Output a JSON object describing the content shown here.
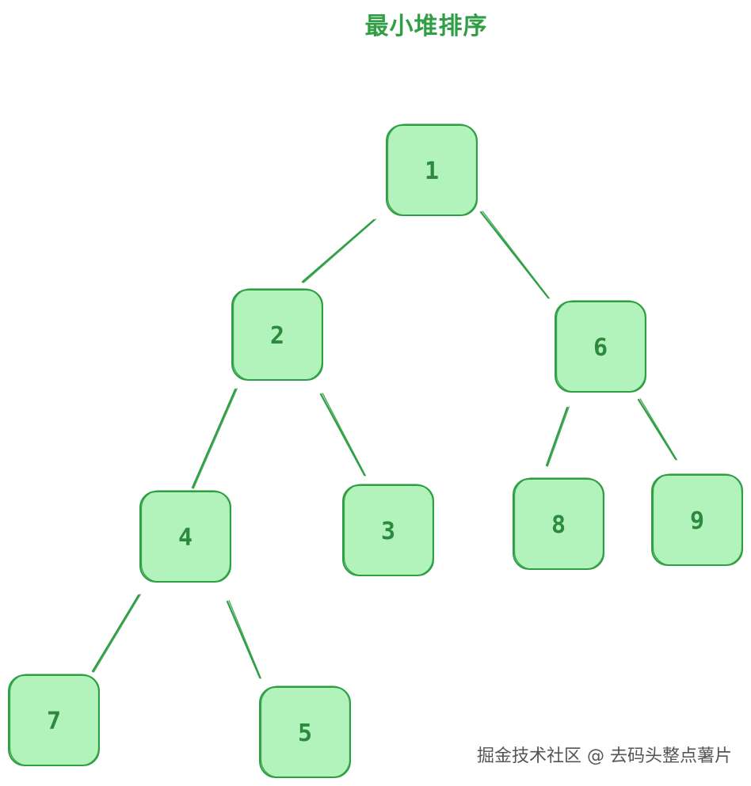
{
  "title": "最小堆排序",
  "watermark": "掘金技术社区 @ 去码头整点薯片",
  "colors": {
    "accent": "#2f9e44",
    "node_fill": "#b2f2bb",
    "node_stroke": "#2f9e44",
    "label": "#2b8a3e"
  },
  "heap": {
    "nodes": [
      {
        "id": "n1",
        "value": "1"
      },
      {
        "id": "n2",
        "value": "2"
      },
      {
        "id": "n6",
        "value": "6"
      },
      {
        "id": "n4",
        "value": "4"
      },
      {
        "id": "n3",
        "value": "3"
      },
      {
        "id": "n8",
        "value": "8"
      },
      {
        "id": "n9",
        "value": "9"
      },
      {
        "id": "n7",
        "value": "7"
      },
      {
        "id": "n5",
        "value": "5"
      }
    ],
    "edges": [
      {
        "from": "n1",
        "to": "n2"
      },
      {
        "from": "n1",
        "to": "n6"
      },
      {
        "from": "n2",
        "to": "n4"
      },
      {
        "from": "n2",
        "to": "n3"
      },
      {
        "from": "n6",
        "to": "n8"
      },
      {
        "from": "n6",
        "to": "n9"
      },
      {
        "from": "n4",
        "to": "n7"
      },
      {
        "from": "n4",
        "to": "n5"
      }
    ]
  }
}
